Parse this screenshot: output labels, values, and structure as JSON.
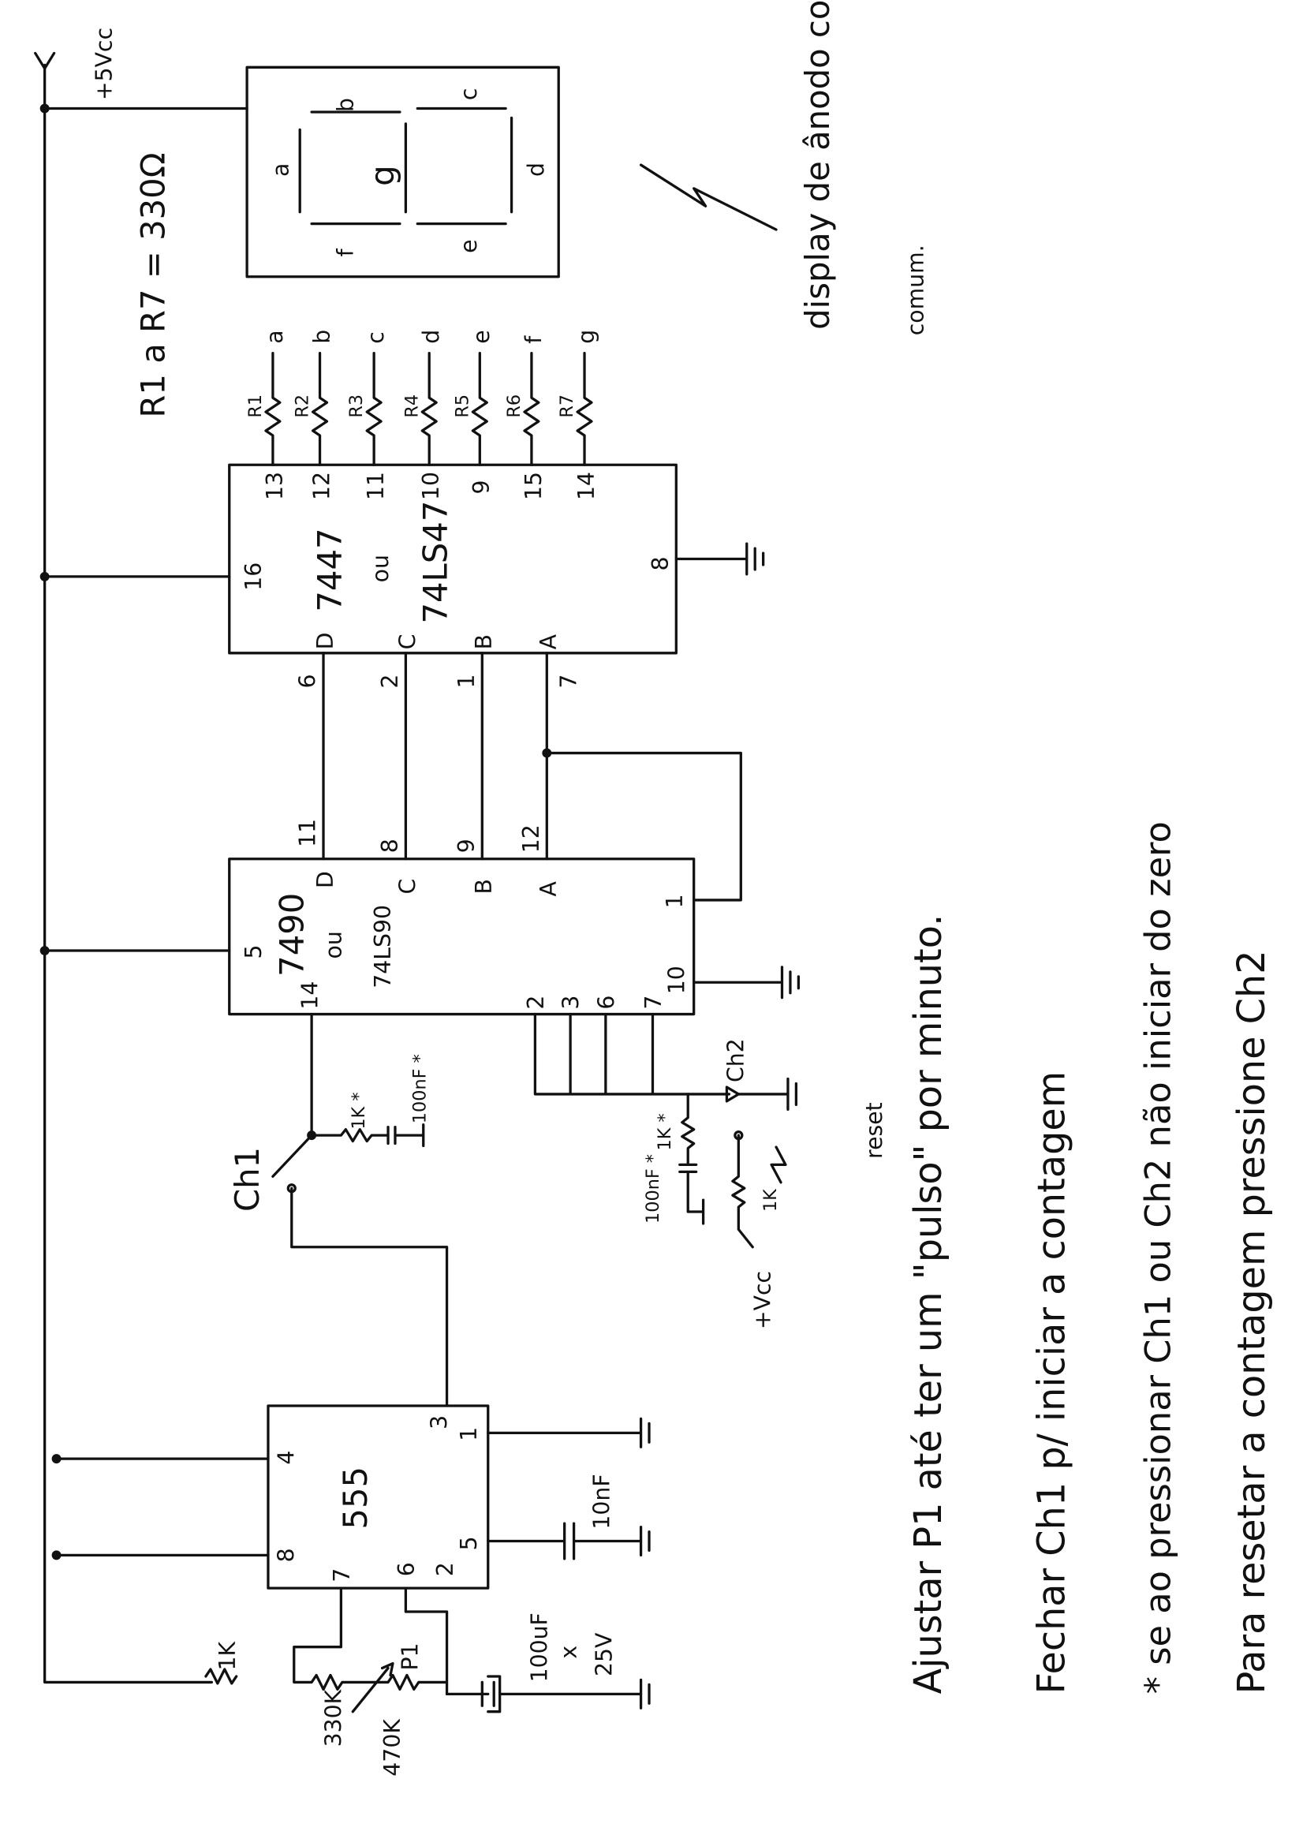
{
  "supply": {
    "label": "+5Vcc"
  },
  "resistor_note": "R1 a R7 = 330Ω",
  "display": {
    "note_line1": "display de ânodo comum",
    "note_line2": "comum.",
    "segments": [
      "a",
      "b",
      "c",
      "d",
      "e",
      "f",
      "g"
    ]
  },
  "decoder": {
    "name": "7447",
    "or": "ou",
    "alt": "74LS47",
    "vcc_pin": "16",
    "gnd_pin": "8",
    "out_pins": [
      "13",
      "12",
      "11",
      "10",
      "9",
      "15",
      "14"
    ],
    "resistors": [
      "R1",
      "R2",
      "R3",
      "R4",
      "R5",
      "R6",
      "R7"
    ],
    "in_letters": [
      "D",
      "C",
      "B",
      "A"
    ],
    "in_pins": [
      "6",
      "2",
      "1",
      "7"
    ]
  },
  "counter": {
    "name": "7490",
    "or": "ou",
    "alt": "74LS90",
    "vcc_pin": "5",
    "clk_pin": "14",
    "pin1": "1",
    "gnd_pin": "10",
    "out_letters": [
      "D",
      "C",
      "B",
      "A"
    ],
    "out_pins": [
      "11",
      "8",
      "9",
      "12"
    ],
    "reset_pins": [
      "2",
      "3",
      "6",
      "7"
    ]
  },
  "switches": {
    "ch1": "Ch1",
    "ch2": "Ch2",
    "reset": "reset",
    "vcc": "+Vcc"
  },
  "debounce": {
    "r1": "1K *",
    "c1": "100nF *",
    "r2": "1K *",
    "c2": "100nF *",
    "r3": "1K"
  },
  "timer": {
    "name": "555",
    "pins": {
      "p4": "4",
      "p8": "8",
      "p3": "3",
      "p1": "1",
      "p5": "5",
      "p6": "6",
      "p2": "2",
      "p7": "7"
    },
    "r1": "1K",
    "r2": "330K",
    "pot": "470K",
    "pot_label": "P1",
    "cap_timing": "100uF",
    "cap_x": "x",
    "cap_voltage": "25V",
    "cap_ctrl": "10nF"
  },
  "notes": [
    "Ajustar P1 até ter um \"pulso\" por minuto.",
    "Fechar Ch1 p/ iniciar a contagem",
    "* se ao pressionar Ch1 ou Ch2 não iniciar do zero",
    "Para resetar a contagem pressione Ch2"
  ]
}
